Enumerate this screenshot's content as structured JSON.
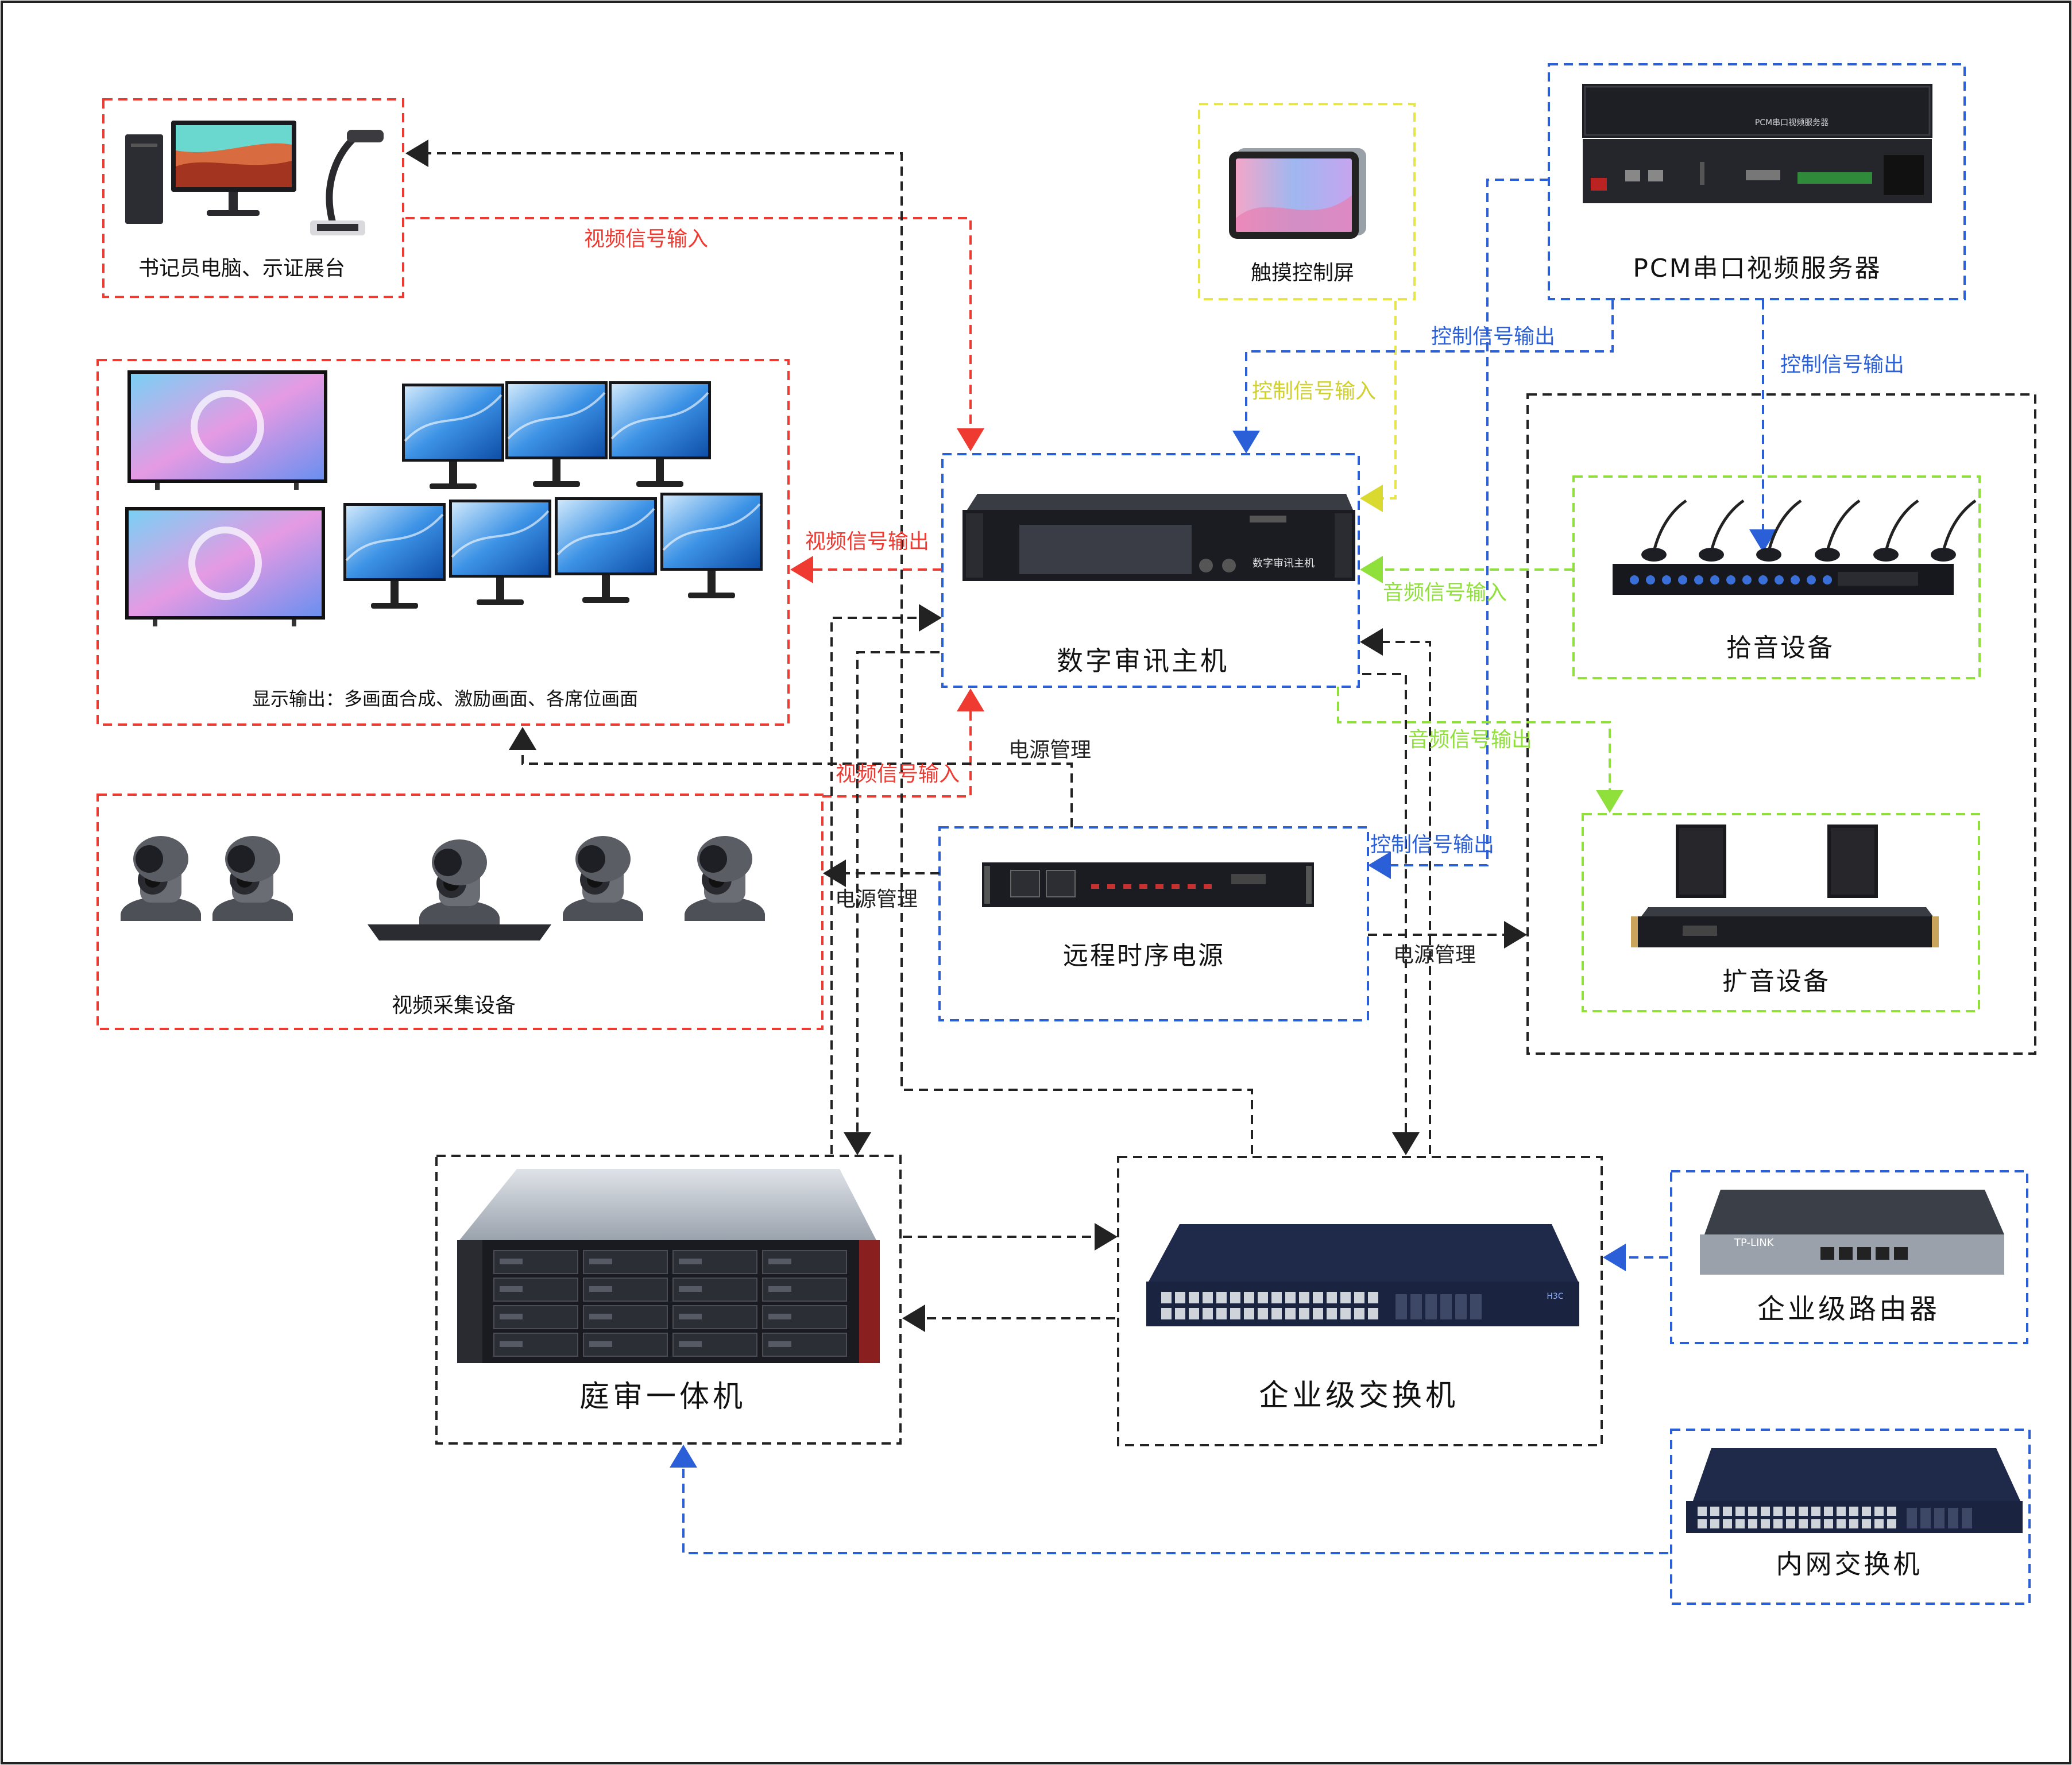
{
  "nodes": {
    "clerk_pc": "书记员电脑、示证展台",
    "display_output": "显示输出：多画面合成、激励画面、各席位画面",
    "video_capture": "视频采集设备",
    "touch_screen": "触摸控制屏",
    "pcm_server": "PCM串口视频服务器",
    "main_host": "数字审讯主机",
    "main_host_faceplate": "数字审讯主机",
    "pcm_faceplate": "PCM串口视频服务器",
    "power_sequencer": "远程时序电源",
    "pickup": "拾音设备",
    "amplifier": "扩音设备",
    "court_server": "庭审一体机",
    "switch": "企业级交换机",
    "router": "企业级路由器",
    "intranet_switch": "内网交换机",
    "router_brand": "TP-LINK",
    "switch_brand": "H3C"
  },
  "edge_labels": {
    "video_in_top": "视频信号输入",
    "video_out": "视频信号输出",
    "video_in_mid": "视频信号输入",
    "power_mgmt_a": "电源管理",
    "power_mgmt_b": "电源管理",
    "power_mgmt_c": "电源管理",
    "control_in_yellow": "控制信号输入",
    "control_out_pcm_left": "控制信号输出",
    "control_out_pcm_right": "控制信号输出",
    "control_out_power": "控制信号输出",
    "audio_in": "音频信号输入",
    "audio_out": "音频信号输出"
  },
  "colors": {
    "red": "#ee3a30",
    "blue": "#2a5fd8",
    "green": "#8fe03a",
    "yellow": "#e6e64a",
    "black": "#222222",
    "device_dark": "#1c1f26",
    "screen_blue": "#3a8ee0"
  }
}
